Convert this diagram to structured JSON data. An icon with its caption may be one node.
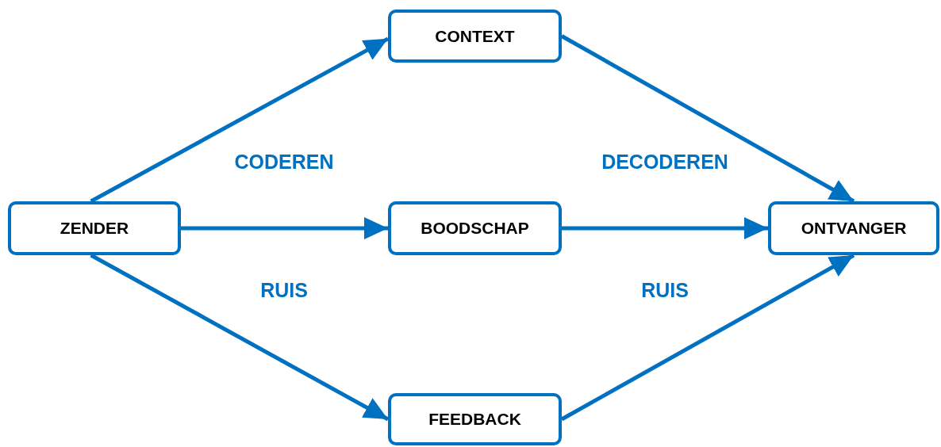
{
  "diagram": {
    "nodes": [
      {
        "text": [
          "CONTEXT"
        ]
      },
      {
        "text": [
          "ZENDER"
        ]
      },
      {
        "text": [
          "BOODSCHAP"
        ]
      },
      {
        "text": [
          "ONTVANGER"
        ]
      },
      {
        "text": [
          "FEEDBACK"
        ]
      }
    ],
    "edges": [
      {
        "from": 1,
        "to": 0,
        "arrow": "to"
      },
      {
        "from": 0,
        "to": 3,
        "arrow": "to"
      },
      {
        "from": 1,
        "to": 2,
        "arrow": "to"
      },
      {
        "from": 2,
        "to": 3,
        "arrow": "to"
      },
      {
        "from": 1,
        "to": 4,
        "arrow": "to"
      },
      {
        "from": 4,
        "to": 3,
        "arrow": "to"
      }
    ],
    "labels": [
      "CODEREN",
      "DECODEREN",
      "RUIS",
      "RUIS"
    ]
  }
}
